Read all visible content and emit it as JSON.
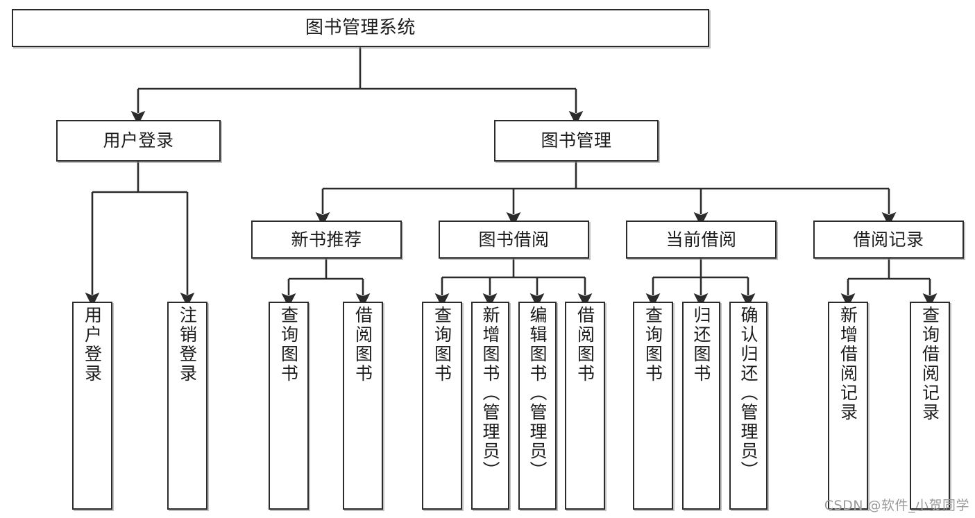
{
  "diagram": {
    "title": "图书管理系统",
    "type": "tree-hierarchy-chart",
    "watermark": "CSDN @软件_小贺同学",
    "colors": {
      "box_border": "#2b2b2b",
      "box_fill": "#ffffff",
      "edge": "#2b2b2b",
      "text": "#1c1c1c",
      "watermark": "#9a9a9a",
      "background": "#ffffff"
    },
    "root": {
      "id": "root",
      "label": "图书管理系统",
      "orientation": "horizontal"
    },
    "level1": [
      {
        "id": "user-login",
        "label": "用户登录",
        "orientation": "horizontal"
      },
      {
        "id": "book-manage",
        "label": "图书管理",
        "orientation": "horizontal"
      }
    ],
    "level2": [
      {
        "id": "new-book-rec",
        "label": "新书推荐",
        "parent": "book-manage",
        "orientation": "horizontal"
      },
      {
        "id": "book-borrow",
        "label": "图书借阅",
        "parent": "book-manage",
        "orientation": "horizontal"
      },
      {
        "id": "current-borrow",
        "label": "当前借阅",
        "parent": "book-manage",
        "orientation": "horizontal"
      },
      {
        "id": "borrow-record",
        "label": "借阅记录",
        "parent": "book-manage",
        "orientation": "horizontal"
      }
    ],
    "leaves": [
      {
        "id": "leaf-user-login",
        "label": "用户登录",
        "parent": "user-login",
        "orientation": "vertical"
      },
      {
        "id": "leaf-user-logout",
        "label": "注销登录",
        "parent": "user-login",
        "orientation": "vertical"
      },
      {
        "id": "leaf-rec-query",
        "label": "查询图书",
        "parent": "new-book-rec",
        "orientation": "vertical"
      },
      {
        "id": "leaf-rec-borrow",
        "label": "借阅图书",
        "parent": "new-book-rec",
        "orientation": "vertical"
      },
      {
        "id": "leaf-borrow-query",
        "label": "查询图书",
        "parent": "book-borrow",
        "orientation": "vertical"
      },
      {
        "id": "leaf-borrow-add",
        "label": "新增图书（管理员）",
        "parent": "book-borrow",
        "orientation": "vertical"
      },
      {
        "id": "leaf-borrow-edit",
        "label": "编辑图书（管理员）",
        "parent": "book-borrow",
        "orientation": "vertical"
      },
      {
        "id": "leaf-borrow-lend",
        "label": "借阅图书",
        "parent": "book-borrow",
        "orientation": "vertical"
      },
      {
        "id": "leaf-cur-query",
        "label": "查询图书",
        "parent": "current-borrow",
        "orientation": "vertical"
      },
      {
        "id": "leaf-cur-return",
        "label": "归还图书",
        "parent": "current-borrow",
        "orientation": "vertical"
      },
      {
        "id": "leaf-cur-confirm",
        "label": "确认归还（管理员）",
        "parent": "current-borrow",
        "orientation": "vertical"
      },
      {
        "id": "leaf-rec-add",
        "label": "新增借阅记录",
        "parent": "borrow-record",
        "orientation": "vertical"
      },
      {
        "id": "leaf-rec-search",
        "label": "查询借阅记录",
        "parent": "borrow-record",
        "orientation": "vertical"
      }
    ]
  }
}
